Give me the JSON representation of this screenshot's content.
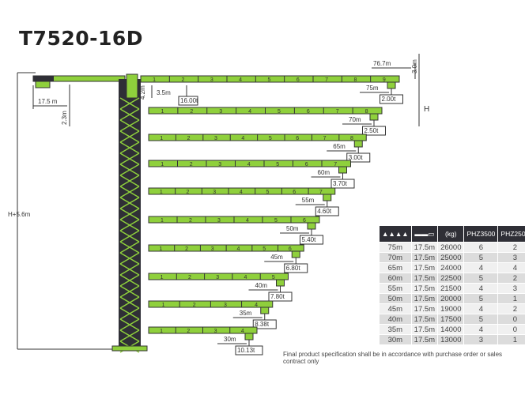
{
  "title": "T7520-16D",
  "dims": {
    "max_radius": "76.7m",
    "top_height": "3.0m",
    "h_label": "H",
    "total_height": "H+5.6m",
    "counter_jib": "17.5 m",
    "counter_height": "2.3m",
    "head_height": "4.2m",
    "min_radius": "3.5m",
    "max_load": "16.00t"
  },
  "colors": {
    "green": "#8fd03c",
    "dark": "#2f2f36"
  },
  "jibs": [
    {
      "radius": "75m",
      "load": "2.00t",
      "segments": 9
    },
    {
      "radius": "70m",
      "load": "2.50t",
      "segments": 8
    },
    {
      "radius": "65m",
      "load": "3.00t",
      "segments": 8
    },
    {
      "radius": "60m",
      "load": "3.70t",
      "segments": 7
    },
    {
      "radius": "55m",
      "load": "4.60t",
      "segments": 7
    },
    {
      "radius": "50m",
      "load": "5.40t",
      "segments": 6
    },
    {
      "radius": "45m",
      "load": "6.80t",
      "segments": 6
    },
    {
      "radius": "40m",
      "load": "7.80t",
      "segments": 5
    },
    {
      "radius": "35m",
      "load": "8.38t",
      "segments": 4
    },
    {
      "radius": "30m",
      "load": "10.13t",
      "segments": 4
    }
  ],
  "table": {
    "headers": [
      "jib-icon",
      "counter-jib-icon",
      "(kg)",
      "PHZ3500",
      "PHZ2500"
    ],
    "rows": [
      [
        "75m",
        "17.5m",
        "26000",
        "6",
        "2"
      ],
      [
        "70m",
        "17.5m",
        "25000",
        "5",
        "3"
      ],
      [
        "65m",
        "17.5m",
        "24000",
        "4",
        "4"
      ],
      [
        "60m",
        "17.5m",
        "22500",
        "5",
        "2"
      ],
      [
        "55m",
        "17.5m",
        "21500",
        "4",
        "3"
      ],
      [
        "50m",
        "17.5m",
        "20000",
        "5",
        "1"
      ],
      [
        "45m",
        "17.5m",
        "19000",
        "4",
        "2"
      ],
      [
        "40m",
        "17.5m",
        "17500",
        "5",
        "0"
      ],
      [
        "35m",
        "17.5m",
        "14000",
        "4",
        "0"
      ],
      [
        "30m",
        "17.5m",
        "13000",
        "3",
        "1"
      ]
    ]
  },
  "note": "Final product specification shall be in accordance with purchase order or sales contract only"
}
